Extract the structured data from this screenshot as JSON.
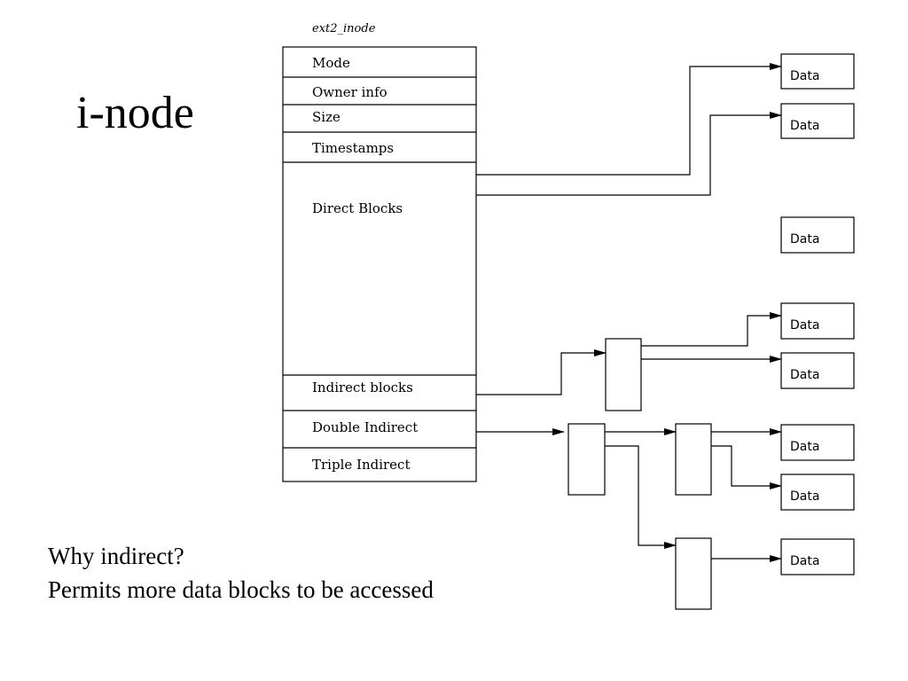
{
  "slide": {
    "title": "i-node",
    "caption_line1": "Why indirect?",
    "caption_line2": "Permits more data blocks to be accessed"
  },
  "diagram": {
    "inode_label": "ext2_inode",
    "fields": [
      "Mode",
      "Owner info",
      "Size",
      "Timestamps",
      "Direct Blocks",
      "Indirect blocks",
      "Double Indirect",
      "Triple Indirect"
    ],
    "data_blocks": [
      "Data",
      "Data",
      "Data",
      "Data",
      "Data",
      "Data",
      "Data",
      "Data"
    ],
    "colors": {
      "stroke": "#000000",
      "background": "#ffffff"
    }
  }
}
